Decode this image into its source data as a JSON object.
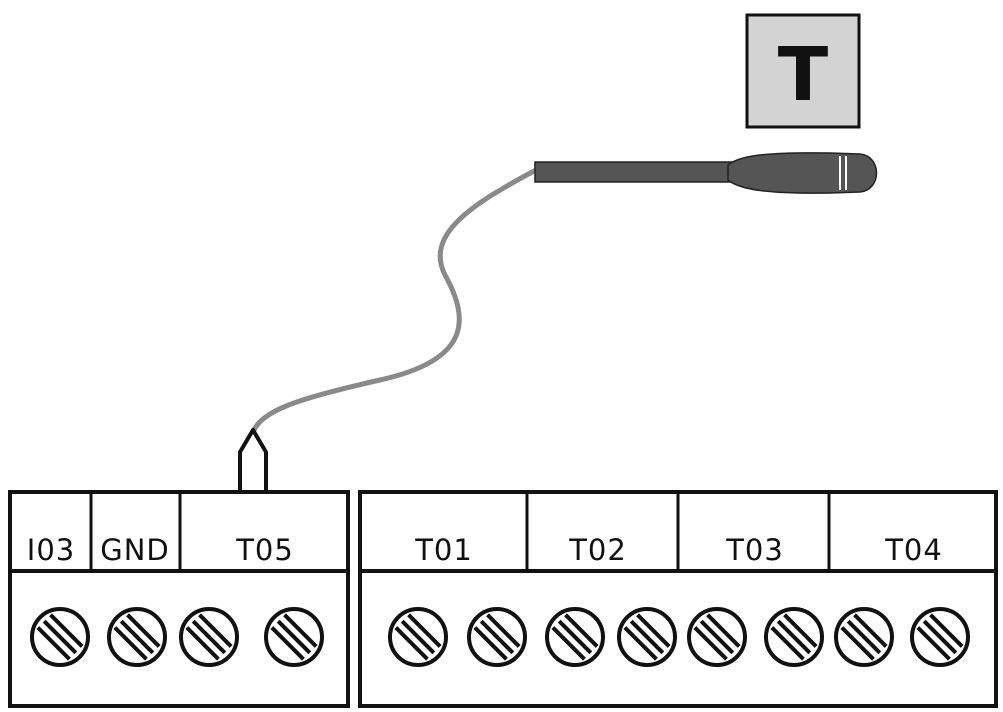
{
  "sensor_badge": {
    "letter": "T",
    "fill": "#d3d3d3",
    "icon": "temperature-sensor-badge-icon"
  },
  "probe": {
    "icon": "temperature-probe-icon",
    "color": "#555555",
    "cable_color": "#8a8a8a"
  },
  "left_block": {
    "labels": [
      "I03",
      "GND",
      "T05"
    ],
    "screw_count": 4
  },
  "right_block": {
    "labels": [
      "T01",
      "T02",
      "T03",
      "T04"
    ],
    "screw_count": 8
  },
  "colors": {
    "stroke": "#111111",
    "background": "#ffffff"
  }
}
